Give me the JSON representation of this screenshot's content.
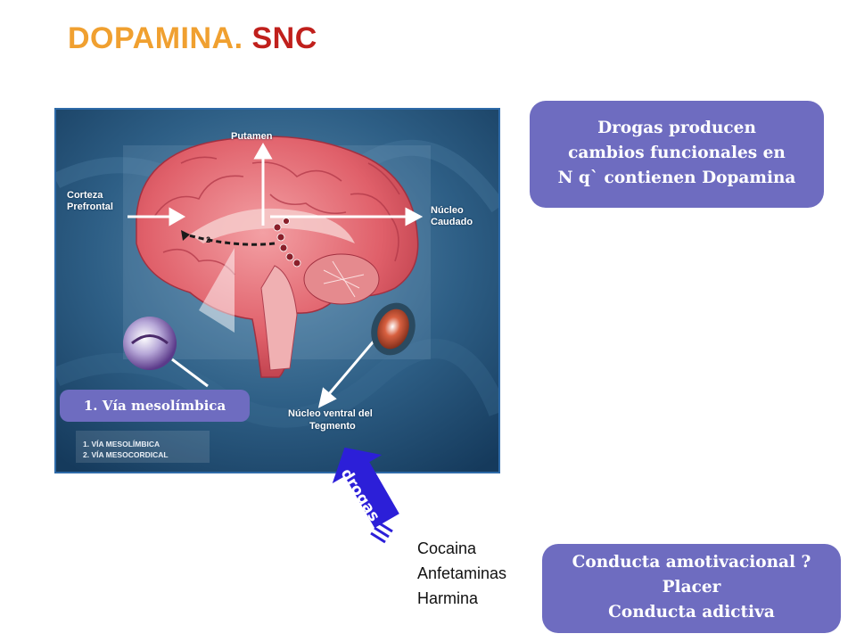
{
  "title": {
    "part1": "DOPAMINA.",
    "part2": "SNC"
  },
  "figure": {
    "labels": {
      "putamen": "Putamen",
      "corteza1": "Corteza",
      "corteza2": "Prefrontal",
      "nucleo1": "Núcleo",
      "nucleo2": "Caudado",
      "ventral1": "Núcleo ventral del",
      "ventral2": "Tegmento",
      "path_num": "2"
    },
    "legend": [
      "1. VÍA MESOLÍMBICA",
      "2. VÍA MESOCORDICAL"
    ]
  },
  "via_badge": "1. Vía mesolímbica",
  "box_top": [
    "Drogas producen",
    "cambios funcionales en",
    "N q` contienen Dopamina"
  ],
  "box_bottom": [
    "Conducta amotivacional ?",
    "Placer",
    "Conducta adictiva"
  ],
  "arrow_label": "drogas",
  "drugs": [
    "Cocaina",
    "Anfetaminas",
    "Harmina"
  ],
  "colors": {
    "title_orange": "#f0a030",
    "title_red": "#c0201c",
    "badge_purple": "#6e6cc0",
    "arrow_blue": "#2c1fd8"
  }
}
